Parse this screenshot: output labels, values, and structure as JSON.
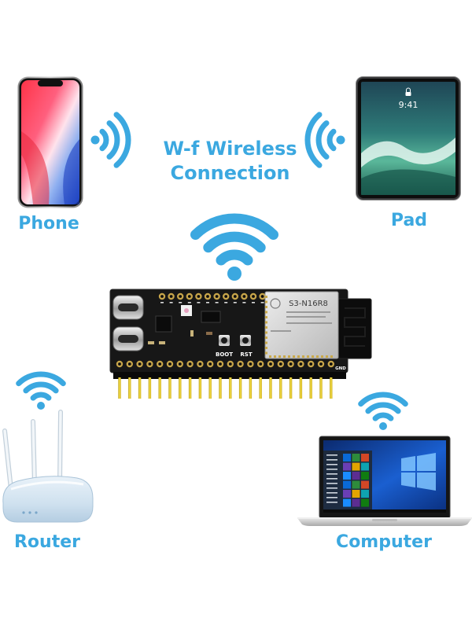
{
  "title": {
    "line1": "W-f Wireless",
    "line2": "Connection"
  },
  "accent_color": "#3ba8e0",
  "devices": {
    "phone": {
      "label": "Phone",
      "icon": "smartphone-icon"
    },
    "pad": {
      "label": "Pad",
      "icon": "tablet-icon",
      "lock_screen_time": "9:41"
    },
    "router": {
      "label": "Router",
      "icon": "wifi-router-icon"
    },
    "computer": {
      "label": "Computer",
      "icon": "laptop-icon"
    }
  },
  "board": {
    "icon": "esp32-s3-dev-board",
    "module_marking": "S3-N16R8",
    "boot_label": "BOOT",
    "rst_label": "RST",
    "gnd_label": "GND"
  },
  "signal_icon": "wifi-signal-icon"
}
